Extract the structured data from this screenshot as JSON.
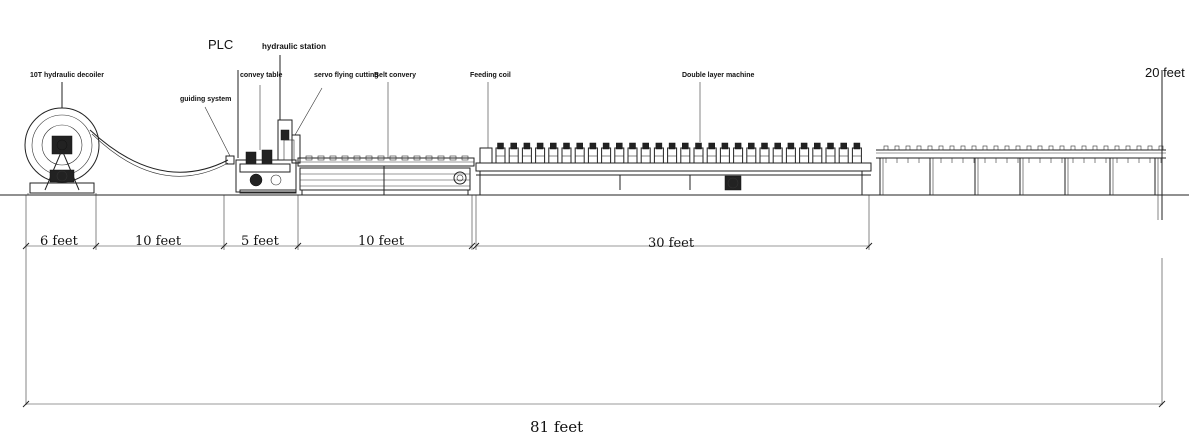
{
  "labels": {
    "decoiler": "10T hydraulic decoiler",
    "guiding": "guiding system",
    "plc": "PLC",
    "convey_table": "convey table",
    "hydraulic_station": "hydraulic station",
    "servo": "servo flying cutting",
    "belt": "Belt convery",
    "feeding": "Feeding coil",
    "double_layer": "Double layer machine"
  },
  "dimensions": {
    "d1": "6 feet",
    "d2": "10 feet",
    "d3": "5 feet",
    "d4": "10 feet",
    "d5": "30 feet",
    "right": "20 feet",
    "total": "81 feet"
  }
}
